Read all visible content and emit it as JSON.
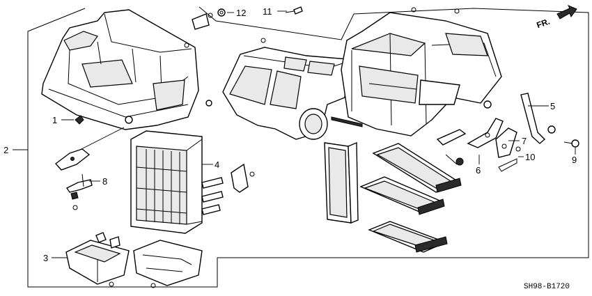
{
  "diagram": {
    "labels": {
      "p1": "1",
      "p2": "2",
      "p3": "3",
      "p4": "4",
      "p5": "5",
      "p6": "6",
      "p7": "7",
      "p8": "8",
      "p9": "9",
      "p10": "10",
      "p11": "11",
      "p12": "12"
    },
    "direction": "FR.",
    "code": "SH98-B1720"
  }
}
